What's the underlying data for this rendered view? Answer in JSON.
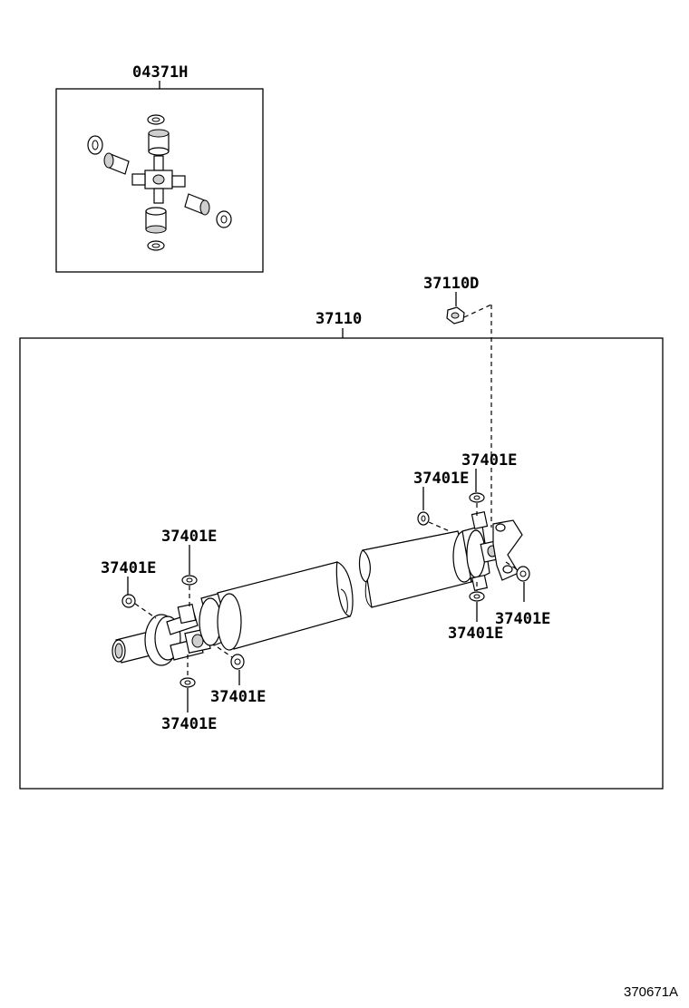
{
  "parts": {
    "kit_label": "04371H",
    "shaft_label": "37110",
    "nut_label": "37110D",
    "snap_ring_label": "37401E"
  },
  "diagram_ref": "370671A"
}
